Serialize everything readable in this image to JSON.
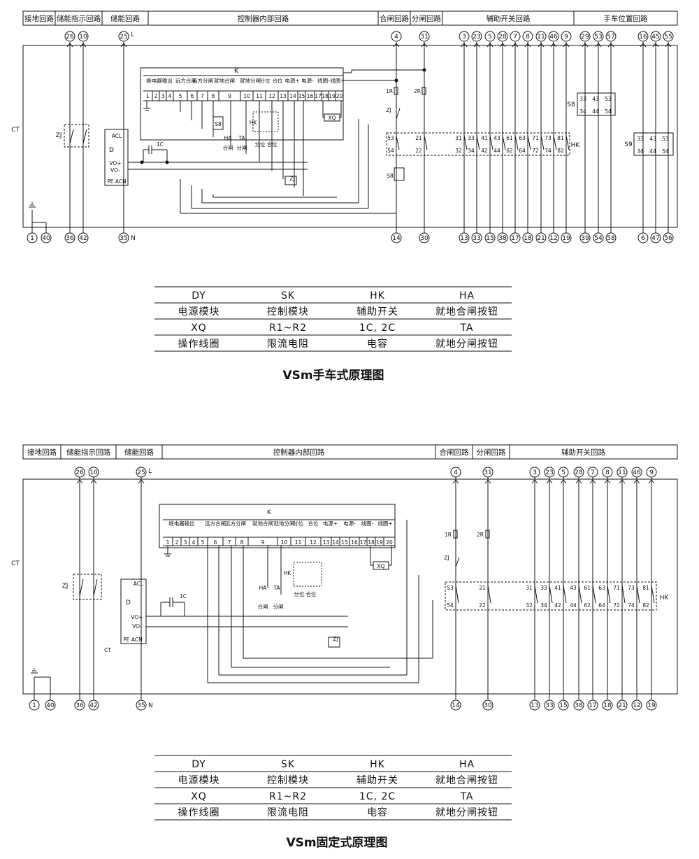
{
  "diagram1": {
    "headers": [
      "接地回路",
      "储能指示回路",
      "储能回路",
      "控制器内部回路",
      "合闸回路",
      "分闸回路",
      "辅助开关回路",
      "手车位置回路"
    ],
    "top_terminals": [
      "26",
      "10",
      "25",
      "4",
      "31",
      "3",
      "23",
      "5",
      "28",
      "7",
      "8",
      "11",
      "46",
      "9",
      "29",
      "53",
      "57",
      "16",
      "45",
      "55"
    ],
    "bottom_terminals": [
      "1",
      "40",
      "36",
      "42",
      "35",
      "14",
      "30",
      "13",
      "33",
      "15",
      "38",
      "17",
      "18",
      "21",
      "12",
      "19",
      "39",
      "54",
      "58",
      "6",
      "47",
      "56"
    ],
    "side_label": "CT",
    "L_label": "L",
    "N_label": "N",
    "K_label": "K",
    "relay_out": "继电器输出",
    "k_groups": [
      "远方合闸",
      "远方分闸",
      "就地合闸",
      "就地分闸",
      "分位",
      "合位",
      "电源+",
      "电源-",
      "线圈-",
      "线圈+"
    ],
    "k_pins": [
      "1",
      "2",
      "3",
      "4",
      "5",
      "6",
      "7",
      "8",
      "9",
      "10",
      "11",
      "12",
      "13",
      "14",
      "15",
      "16",
      "17",
      "18",
      "19",
      "20"
    ],
    "device_D": [
      "ACL",
      "D",
      "VO+",
      "VO-",
      "PE ACN"
    ],
    "ZJ": "ZJ",
    "C1": "1C",
    "R1": "1R",
    "R2": "2R",
    "XQ": "XQ",
    "S8": "S8",
    "S9": "S9",
    "HA": "HA",
    "TA": "TA",
    "HK": "HK",
    "hezha": "合闸",
    "fenzha": "分闸",
    "hewei": "合位",
    "fenwei": "分位",
    "hk_top": [
      "53",
      "21",
      "31",
      "33",
      "41",
      "43",
      "61",
      "63",
      "71",
      "73",
      "81"
    ],
    "hk_bot": [
      "54",
      "22",
      "32",
      "34",
      "42",
      "44",
      "62",
      "64",
      "72",
      "74",
      "82"
    ],
    "s_top": [
      "33",
      "43",
      "53"
    ],
    "s_bot": [
      "34",
      "44",
      "54"
    ]
  },
  "diagram2": {
    "headers": [
      "接地回路",
      "储能指示回路",
      "储能回路",
      "控制器内部回路",
      "合闸回路",
      "分闸回路",
      "辅助开关回路"
    ],
    "top_terminals": [
      "26",
      "10",
      "25",
      "4",
      "31",
      "3",
      "23",
      "5",
      "28",
      "7",
      "8",
      "11",
      "46",
      "9"
    ],
    "bottom_terminals": [
      "1",
      "40",
      "36",
      "42",
      "35",
      "14",
      "30",
      "13",
      "33",
      "15",
      "38",
      "17",
      "18",
      "21",
      "12",
      "19"
    ],
    "side_label": "CT",
    "CT2": "CT"
  },
  "table": {
    "rows": [
      [
        "DY",
        "SK",
        "HK",
        "HA"
      ],
      [
        "电源模块",
        "控制模块",
        "辅助开关",
        "就地合闸按钮"
      ],
      [
        "XQ",
        "R1~R2",
        "1C, 2C",
        "TA"
      ],
      [
        "操作线圈",
        "限流电阻",
        "电容",
        "就地分闸按钮"
      ]
    ]
  },
  "captions": [
    "VSm手车式原理图",
    "VSm固定式原理图"
  ]
}
